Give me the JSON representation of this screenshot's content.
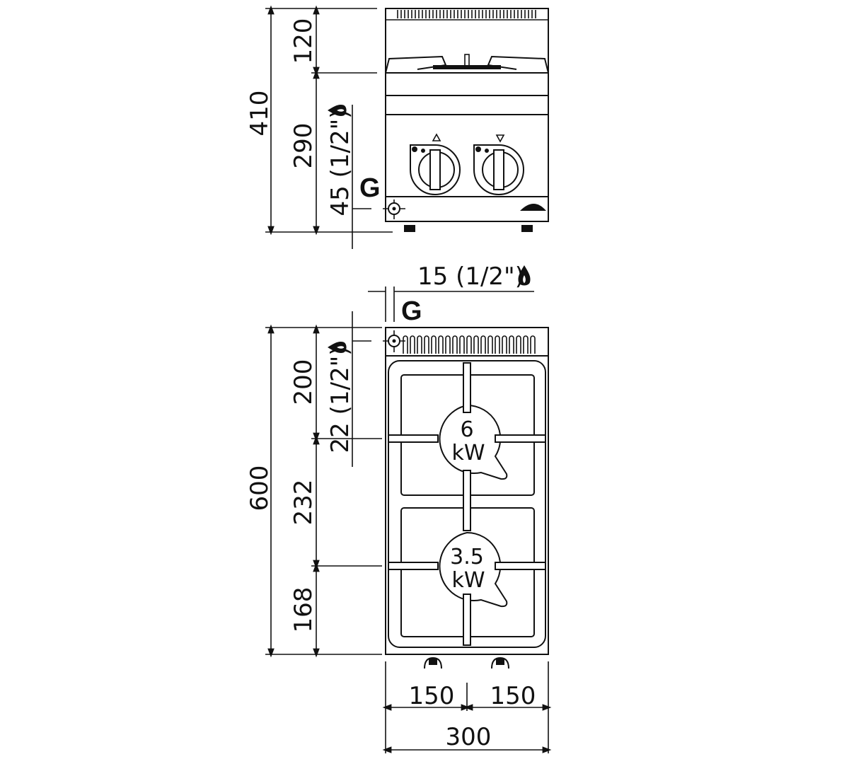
{
  "front_view": {
    "dims": {
      "total_height": "410",
      "top_height": "120",
      "body_height": "290",
      "gas_height": "45 (1/2\")"
    },
    "gas_label": "G"
  },
  "top_view": {
    "dims": {
      "depth": "600",
      "front_to_burner1": "200",
      "burner_spacing": "232",
      "burner2_to_rear": "168",
      "gas_depth": "22 (1/2\")",
      "gas_side_offset": "15 (1/2\")",
      "half_width_left": "150",
      "half_width_right": "150",
      "width": "300"
    },
    "gas_label": "G",
    "burners": [
      {
        "power_value": "6",
        "power_unit": "kW"
      },
      {
        "power_value": "3.5",
        "power_unit": "kW"
      }
    ]
  },
  "colors": {
    "line": "#111111",
    "background": "#ffffff"
  }
}
